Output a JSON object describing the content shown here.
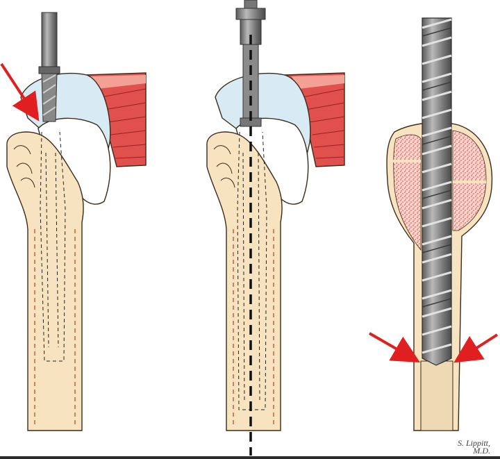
{
  "signature": {
    "line1": "S. Lippitt,",
    "line2": "M.D."
  },
  "colors": {
    "bone": "#f7e3bf",
    "bone_outline": "#3a2a1a",
    "humeral_head": "#ffffff",
    "rotator_cuff": "#d8ebf4",
    "muscle": "#e0504c",
    "muscle_light": "#f3a197",
    "cancellous": "#e87a78",
    "reamer": "#7d7d7d",
    "reamer_flute": "#bcbcbc",
    "arrow": "#e02020",
    "dashed": "#b04020"
  },
  "panels": [
    {
      "label": "",
      "content": "awl-entry"
    },
    {
      "label": "",
      "content": "guide-rod-axis"
    },
    {
      "label": "",
      "content": "canal-reamer"
    }
  ]
}
